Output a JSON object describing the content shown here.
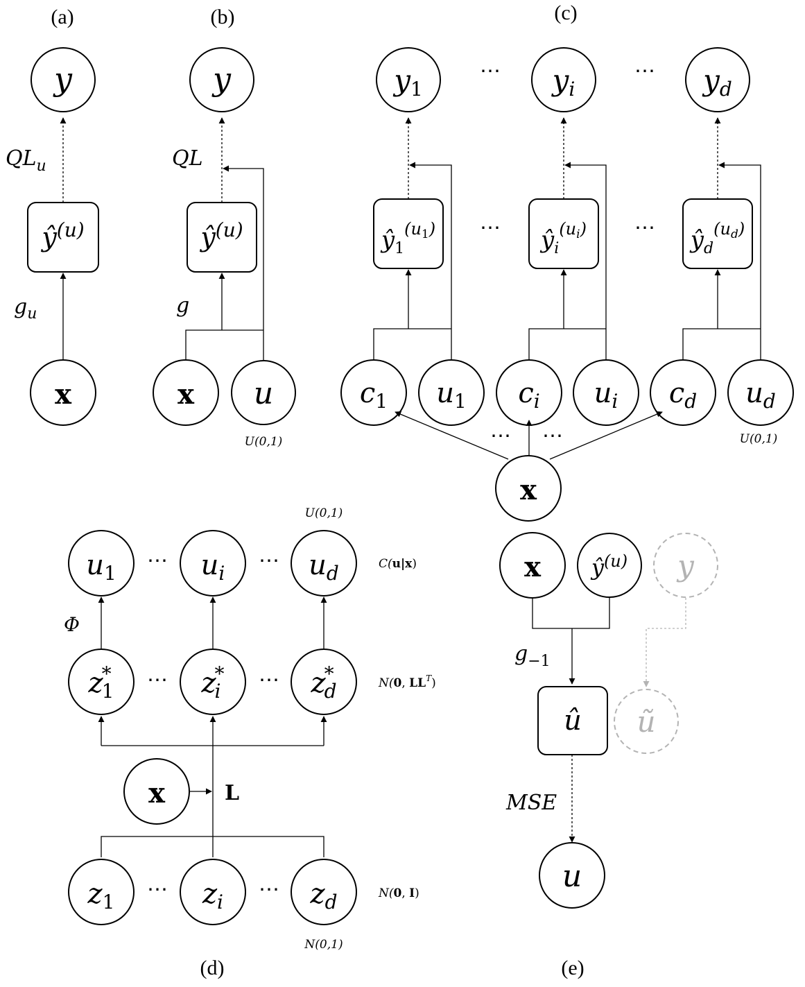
{
  "panels": {
    "a": {
      "label": "(a)",
      "y": "y",
      "yhat_base": "ŷ",
      "yhat_sup": "(u)",
      "loss_base": "QL",
      "loss_sub": "u",
      "map_base": "g",
      "map_sub": "u",
      "x": "x"
    },
    "b": {
      "label": "(b)",
      "y": "y",
      "yhat_base": "ŷ",
      "yhat_sup": "(u)",
      "loss": "QL",
      "map": "g",
      "x": "x",
      "u": "u",
      "u_dist": "U(0,1)"
    },
    "c": {
      "label": "(c)",
      "y1_base": "y",
      "y1_sub": "1",
      "yi_base": "y",
      "yi_sub": "i",
      "yd_base": "y",
      "yd_sub": "d",
      "yhat1_base": "ŷ",
      "yhat1_sub": "1",
      "yhat1_sup": "(u",
      "yhat1_supsub": "1",
      "yhat1_close": ")",
      "yhati_base": "ŷ",
      "yhati_sub": "i",
      "yhati_sup": "(u",
      "yhati_supsub": "i",
      "yhati_close": ")",
      "yhatd_base": "ŷ",
      "yhatd_sub": "d",
      "yhatd_sup": "(u",
      "yhatd_supsub": "d",
      "yhatd_close": ")",
      "c1_base": "c",
      "c1_sub": "1",
      "ci_base": "c",
      "ci_sub": "i",
      "cd_base": "c",
      "cd_sub": "d",
      "u1_base": "u",
      "u1_sub": "1",
      "ui_base": "u",
      "ui_sub": "i",
      "ud_base": "u",
      "ud_sub": "d",
      "x": "x",
      "u_dist": "U(0,1)",
      "ellipsis": "⋯"
    },
    "d": {
      "label": "(d)",
      "u1_base": "u",
      "u1_sub": "1",
      "ui_base": "u",
      "ui_sub": "i",
      "ud_base": "u",
      "ud_sub": "d",
      "zs1_base": "z",
      "zs1_sub": "1",
      "zsi_base": "z",
      "zsi_sub": "i",
      "zsd_base": "z",
      "zsd_sub": "d",
      "star": "*",
      "z1_base": "z",
      "z1_sub": "1",
      "zi_base": "z",
      "zi_sub": "i",
      "zd_base": "z",
      "zd_sub": "d",
      "x": "x",
      "L": "L",
      "phi": "Φ",
      "copula_label_pre": "C(",
      "copula_label_bold": "u|x",
      "copula_label_post": ")",
      "zstar_dist_pre": "N(",
      "zstar_dist_bold": "0",
      "zstar_dist_mid": ", ",
      "zstar_dist_bold2": "LL",
      "zstar_dist_sup": "T",
      "zstar_dist_post": ")",
      "z_dist_pre": "N(",
      "z_dist_bold": "0",
      "z_dist_mid": ", ",
      "z_dist_bold2": "I",
      "z_dist_post": ")",
      "u_dist": "U(0,1)",
      "zd_dist": "N(0,1)",
      "ellipsis": "⋯"
    },
    "e": {
      "label": "(e)",
      "x": "x",
      "yhat_base": "ŷ",
      "yhat_sup": "(u)",
      "y": "y",
      "map_base": "g",
      "map_sub": "−1",
      "uhat": "û",
      "utilde": "ũ",
      "loss": "MSE",
      "u": "u"
    }
  },
  "colors": {
    "line": "#000000",
    "ghost": "#b3b3b3"
  }
}
